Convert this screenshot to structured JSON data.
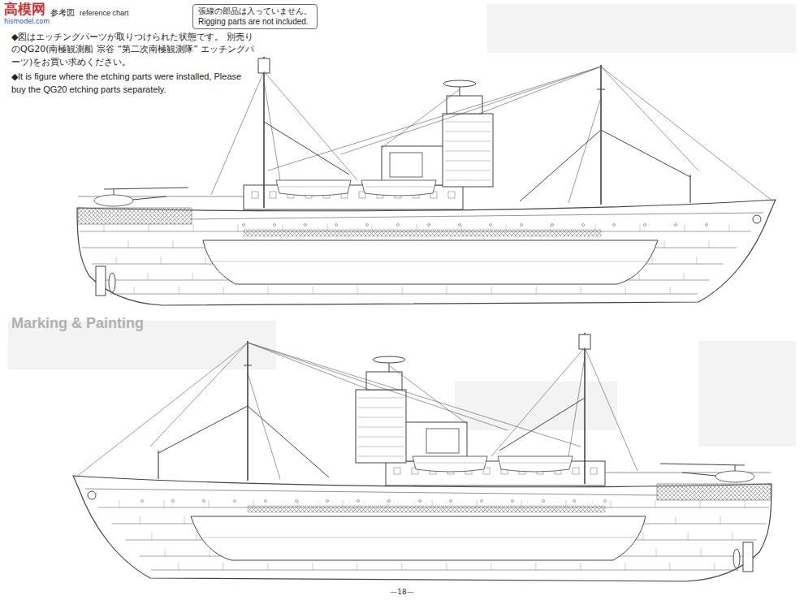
{
  "diagram": {
    "nodes": [
      {
        "text": [
          "張線の部品は入っていません。",
          "Rigging parts are not included."
        ]
      }
    ],
    "labels": [
      "高模网",
      "hismodel.com",
      "参考図",
      "reference chart",
      "◆図はエッチングパーツが取りつけられた状態です。 別売りのQG20(南極観測船 宗谷 “第二次南極観測隊” エッチングパーツ)をお買い求めください。",
      "◆It is figure where the etching parts were installed, Please buy the QG20 etching parts separately.",
      "Marking & Painting",
      "—18—"
    ]
  }
}
